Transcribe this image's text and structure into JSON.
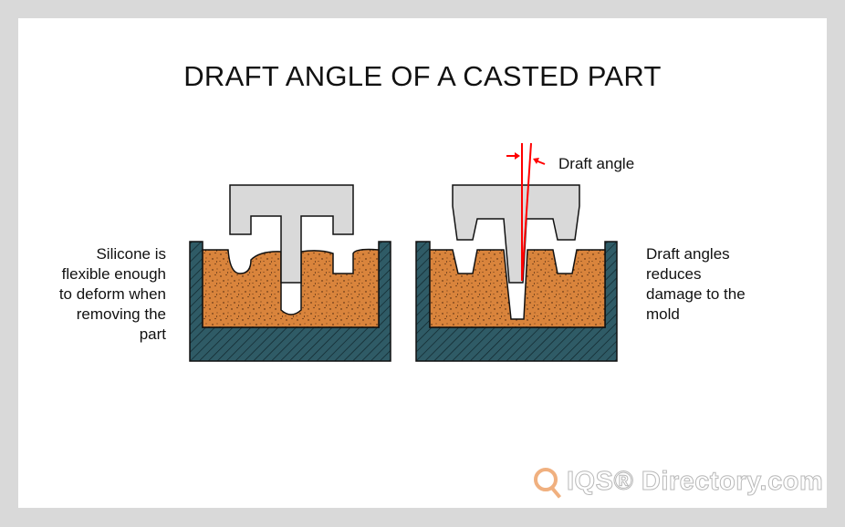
{
  "title": "DRAFT ANGLE OF A CASTED PART",
  "captions": {
    "left": [
      "Silicone is",
      "flexible enough",
      "to deform when",
      "removing the",
      "part"
    ],
    "right": [
      "Draft angles",
      "reduces",
      "damage to the",
      "mold"
    ],
    "draft_angle": "Draft angle"
  },
  "watermark": "IQS® Directory.com",
  "colors": {
    "mold": "#2f5b66",
    "silicone": "#d9843c",
    "part": "#d9d9d9",
    "arrow": "#ff0000"
  }
}
